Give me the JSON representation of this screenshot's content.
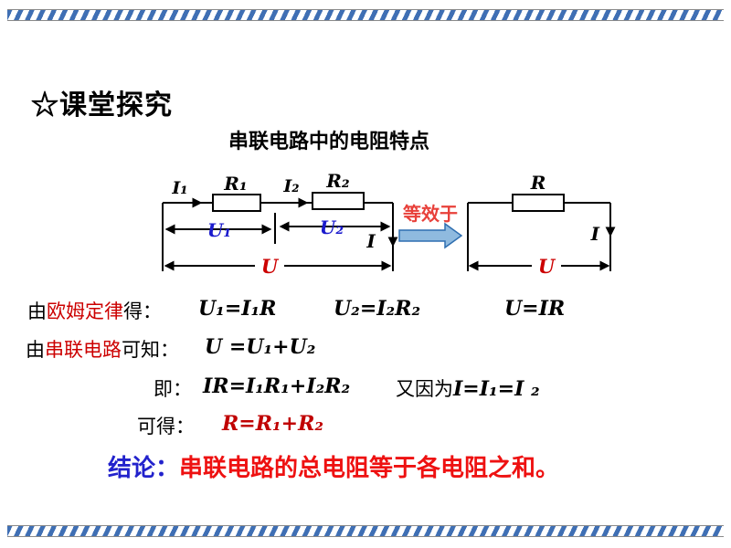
{
  "slide": {
    "title_star": "☆",
    "title": "课堂探究",
    "heading": "串联电路中的电阻特点"
  },
  "circuit": {
    "left": {
      "i1": "I₁",
      "r1": "R₁",
      "i2": "I₂",
      "r2": "R₂",
      "u1": "U₁",
      "u2": "U₂",
      "i": "I",
      "u": "U"
    },
    "equivalence": "等效于",
    "right": {
      "r": "R",
      "i": "I",
      "u": "U"
    }
  },
  "derivation": {
    "ohm": {
      "pre": "由",
      "term": "欧姆定律",
      "post": "得：",
      "formula1": "U₁=I₁R",
      "formula2": "U₂=I₂R₂",
      "formula3": "U=IR"
    },
    "series": {
      "pre": "由",
      "term": "串联电路",
      "post": "可知：",
      "formula": "U =U₁+U₂"
    },
    "step3": {
      "label": "即：",
      "formula": "IR=I₁R₁+I₂R₂",
      "because": "又因为",
      "formula2": "I=I₁=I ₂"
    },
    "step4": {
      "label": "可得：",
      "formula": "R=R₁+R₂"
    },
    "conclusion": {
      "label": "结论：",
      "text": "串联电路的总电阻等于各电阻之和。"
    }
  },
  "colors": {
    "highlight_red": "#cc0000",
    "voltage_blue": "#1a1acd",
    "equivalence_red": "#e8403a",
    "conclusion_label_blue": "#2222cc",
    "conclusion_text_red": "#ee1111",
    "result_red": "#c00000",
    "arrow_fill_blue": "#8fbadf",
    "arrow_stroke_blue": "#2f6eb0",
    "border_blue": "#3f6fb4"
  }
}
